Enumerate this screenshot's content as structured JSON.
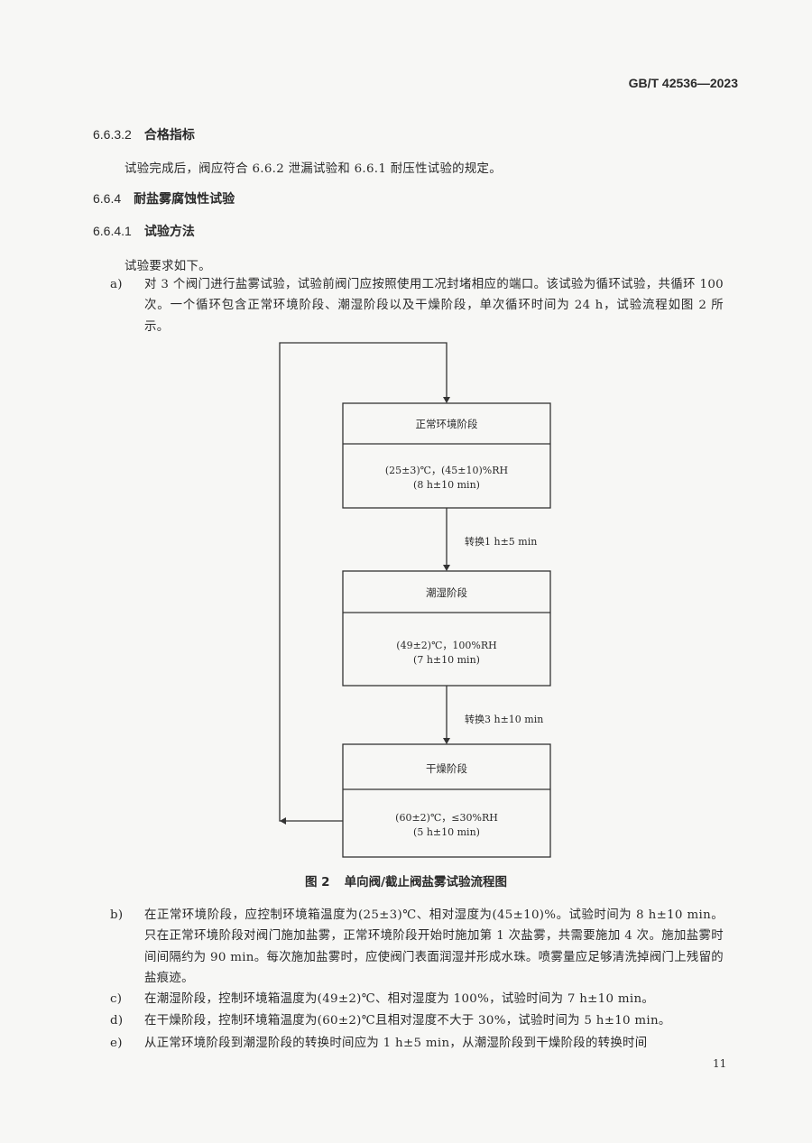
{
  "header": {
    "standard": "GB/T 42536—2023"
  },
  "sections": [
    {
      "number": "6.6.3.2",
      "title": "合格指标"
    },
    {
      "number": "6.6.4",
      "title": "耐盐雾腐蚀性试验"
    },
    {
      "number": "6.6.4.1",
      "title": "试验方法"
    }
  ],
  "paragraphs": {
    "p1": "试验完成后，阀应符合 6.6.2 泄漏试验和 6.6.1 耐压性试验的规定。",
    "p2": "试验要求如下。"
  },
  "items": [
    {
      "label": "a)",
      "text": "对 3 个阀门进行盐雾试验，试验前阀门应按照使用工况封堵相应的端口。该试验为循环试验，共循环 100 次。一个循环包含正常环境阶段、潮湿阶段以及干燥阶段，单次循环时间为 24 h，试验流程如图 2 所示。"
    },
    {
      "label": "b)",
      "text": "在正常环境阶段，应控制环境箱温度为(25±3)℃、相对湿度为(45±10)%。试验时间为 8 h±10 min。只在正常环境阶段对阀门施加盐雾，正常环境阶段开始时施加第 1 次盐雾，共需要施加 4 次。施加盐雾时间间隔约为 90 min。每次施加盐雾时，应使阀门表面润湿并形成水珠。喷雾量应足够清洗掉阀门上残留的盐痕迹。"
    },
    {
      "label": "c)",
      "text": "在潮湿阶段，控制环境箱温度为(49±2)℃、相对湿度为 100%，试验时间为 7 h±10 min。"
    },
    {
      "label": "d)",
      "text": "在干燥阶段，控制环境箱温度为(60±2)℃且相对湿度不大于 30%，试验时间为 5 h±10 min。"
    },
    {
      "label": "e)",
      "text": "从正常环境阶段到潮湿阶段的转换时间应为 1 h±5 min，从潮湿阶段到干燥阶段的转换时间"
    }
  ],
  "flowchart": {
    "boxes": [
      {
        "title": "正常环境阶段",
        "line1": "(25±3)℃，(45±10)%RH",
        "line2": "(8 h±10 min)"
      },
      {
        "title": "潮湿阶段",
        "line1": "(49±2)℃，100%RH",
        "line2": "(7 h±10 min)"
      },
      {
        "title": "干燥阶段",
        "line1": "(60±2)℃，≤30%RH",
        "line2": "(5 h±10 min)"
      }
    ],
    "transitions": [
      "转换1 h±5 min",
      "转换3 h±10 min"
    ]
  },
  "figure": {
    "number": "图 2",
    "caption": "单向阀/截止阀盐雾试验流程图"
  },
  "page_number": "11"
}
